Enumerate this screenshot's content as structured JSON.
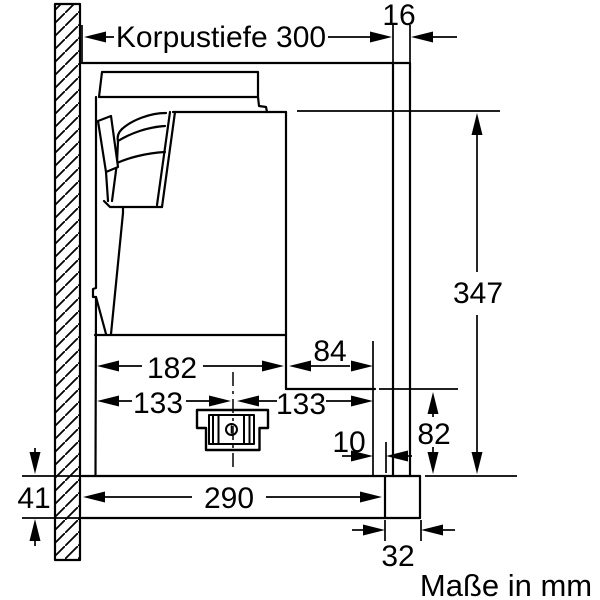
{
  "diagram": {
    "unit_note": "Maße in mm",
    "labels": {
      "korpustiefe": "Korpustiefe 300",
      "front_panel_thickness": "16",
      "pullout_height": "347",
      "body_depth": "182",
      "duct_depth": "84",
      "center_offset_left": "133",
      "center_offset_right": "133",
      "rear_gap": "10",
      "lower_section_height": "82",
      "bottom_strip_height": "41",
      "bottom_depth": "290",
      "front_strip_width": "32"
    },
    "colors": {
      "line": "#000000",
      "background": "#ffffff"
    }
  }
}
